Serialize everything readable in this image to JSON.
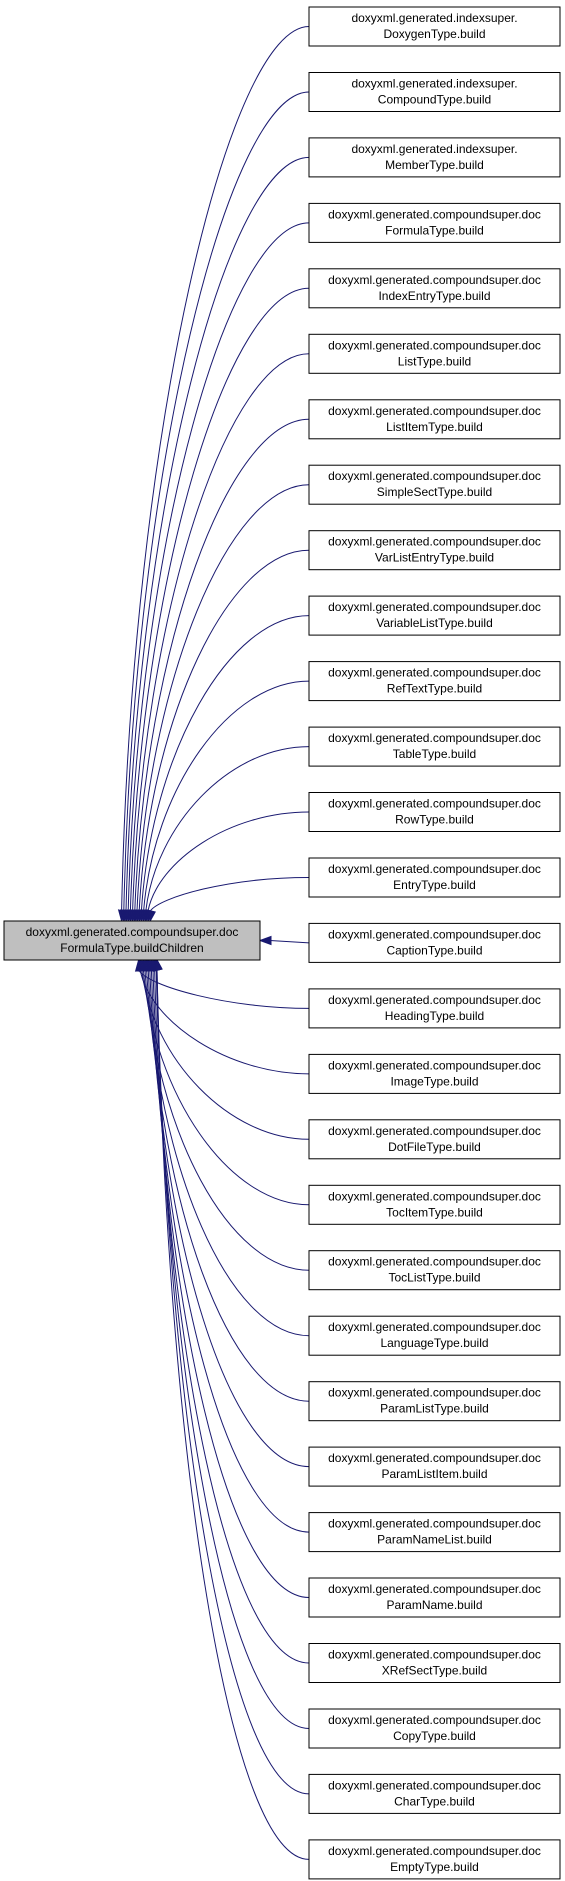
{
  "diagram": {
    "colors": {
      "edge": "#191970",
      "node_border": "#000000",
      "root_fill": "#bfbfbf",
      "node_fill": "#ffffff"
    },
    "root": {
      "line1": "doxyxml.generated.compoundsuper.doc",
      "line2": "FormulaType.buildChildren"
    },
    "callers": [
      {
        "line1": "doxyxml.generated.indexsuper.",
        "line2": "DoxygenType.build"
      },
      {
        "line1": "doxyxml.generated.indexsuper.",
        "line2": "CompoundType.build"
      },
      {
        "line1": "doxyxml.generated.indexsuper.",
        "line2": "MemberType.build"
      },
      {
        "line1": "doxyxml.generated.compoundsuper.doc",
        "line2": "FormulaType.build"
      },
      {
        "line1": "doxyxml.generated.compoundsuper.doc",
        "line2": "IndexEntryType.build"
      },
      {
        "line1": "doxyxml.generated.compoundsuper.doc",
        "line2": "ListType.build"
      },
      {
        "line1": "doxyxml.generated.compoundsuper.doc",
        "line2": "ListItemType.build"
      },
      {
        "line1": "doxyxml.generated.compoundsuper.doc",
        "line2": "SimpleSectType.build"
      },
      {
        "line1": "doxyxml.generated.compoundsuper.doc",
        "line2": "VarListEntryType.build"
      },
      {
        "line1": "doxyxml.generated.compoundsuper.doc",
        "line2": "VariableListType.build"
      },
      {
        "line1": "doxyxml.generated.compoundsuper.doc",
        "line2": "RefTextType.build"
      },
      {
        "line1": "doxyxml.generated.compoundsuper.doc",
        "line2": "TableType.build"
      },
      {
        "line1": "doxyxml.generated.compoundsuper.doc",
        "line2": "RowType.build"
      },
      {
        "line1": "doxyxml.generated.compoundsuper.doc",
        "line2": "EntryType.build"
      },
      {
        "line1": "doxyxml.generated.compoundsuper.doc",
        "line2": "CaptionType.build"
      },
      {
        "line1": "doxyxml.generated.compoundsuper.doc",
        "line2": "HeadingType.build"
      },
      {
        "line1": "doxyxml.generated.compoundsuper.doc",
        "line2": "ImageType.build"
      },
      {
        "line1": "doxyxml.generated.compoundsuper.doc",
        "line2": "DotFileType.build"
      },
      {
        "line1": "doxyxml.generated.compoundsuper.doc",
        "line2": "TocItemType.build"
      },
      {
        "line1": "doxyxml.generated.compoundsuper.doc",
        "line2": "TocListType.build"
      },
      {
        "line1": "doxyxml.generated.compoundsuper.doc",
        "line2": "LanguageType.build"
      },
      {
        "line1": "doxyxml.generated.compoundsuper.doc",
        "line2": "ParamListType.build"
      },
      {
        "line1": "doxyxml.generated.compoundsuper.doc",
        "line2": "ParamListItem.build"
      },
      {
        "line1": "doxyxml.generated.compoundsuper.doc",
        "line2": "ParamNameList.build"
      },
      {
        "line1": "doxyxml.generated.compoundsuper.doc",
        "line2": "ParamName.build"
      },
      {
        "line1": "doxyxml.generated.compoundsuper.doc",
        "line2": "XRefSectType.build"
      },
      {
        "line1": "doxyxml.generated.compoundsuper.doc",
        "line2": "CopyType.build"
      },
      {
        "line1": "doxyxml.generated.compoundsuper.doc",
        "line2": "CharType.build"
      },
      {
        "line1": "doxyxml.generated.compoundsuper.doc",
        "line2": "EmptyType.build"
      }
    ]
  }
}
